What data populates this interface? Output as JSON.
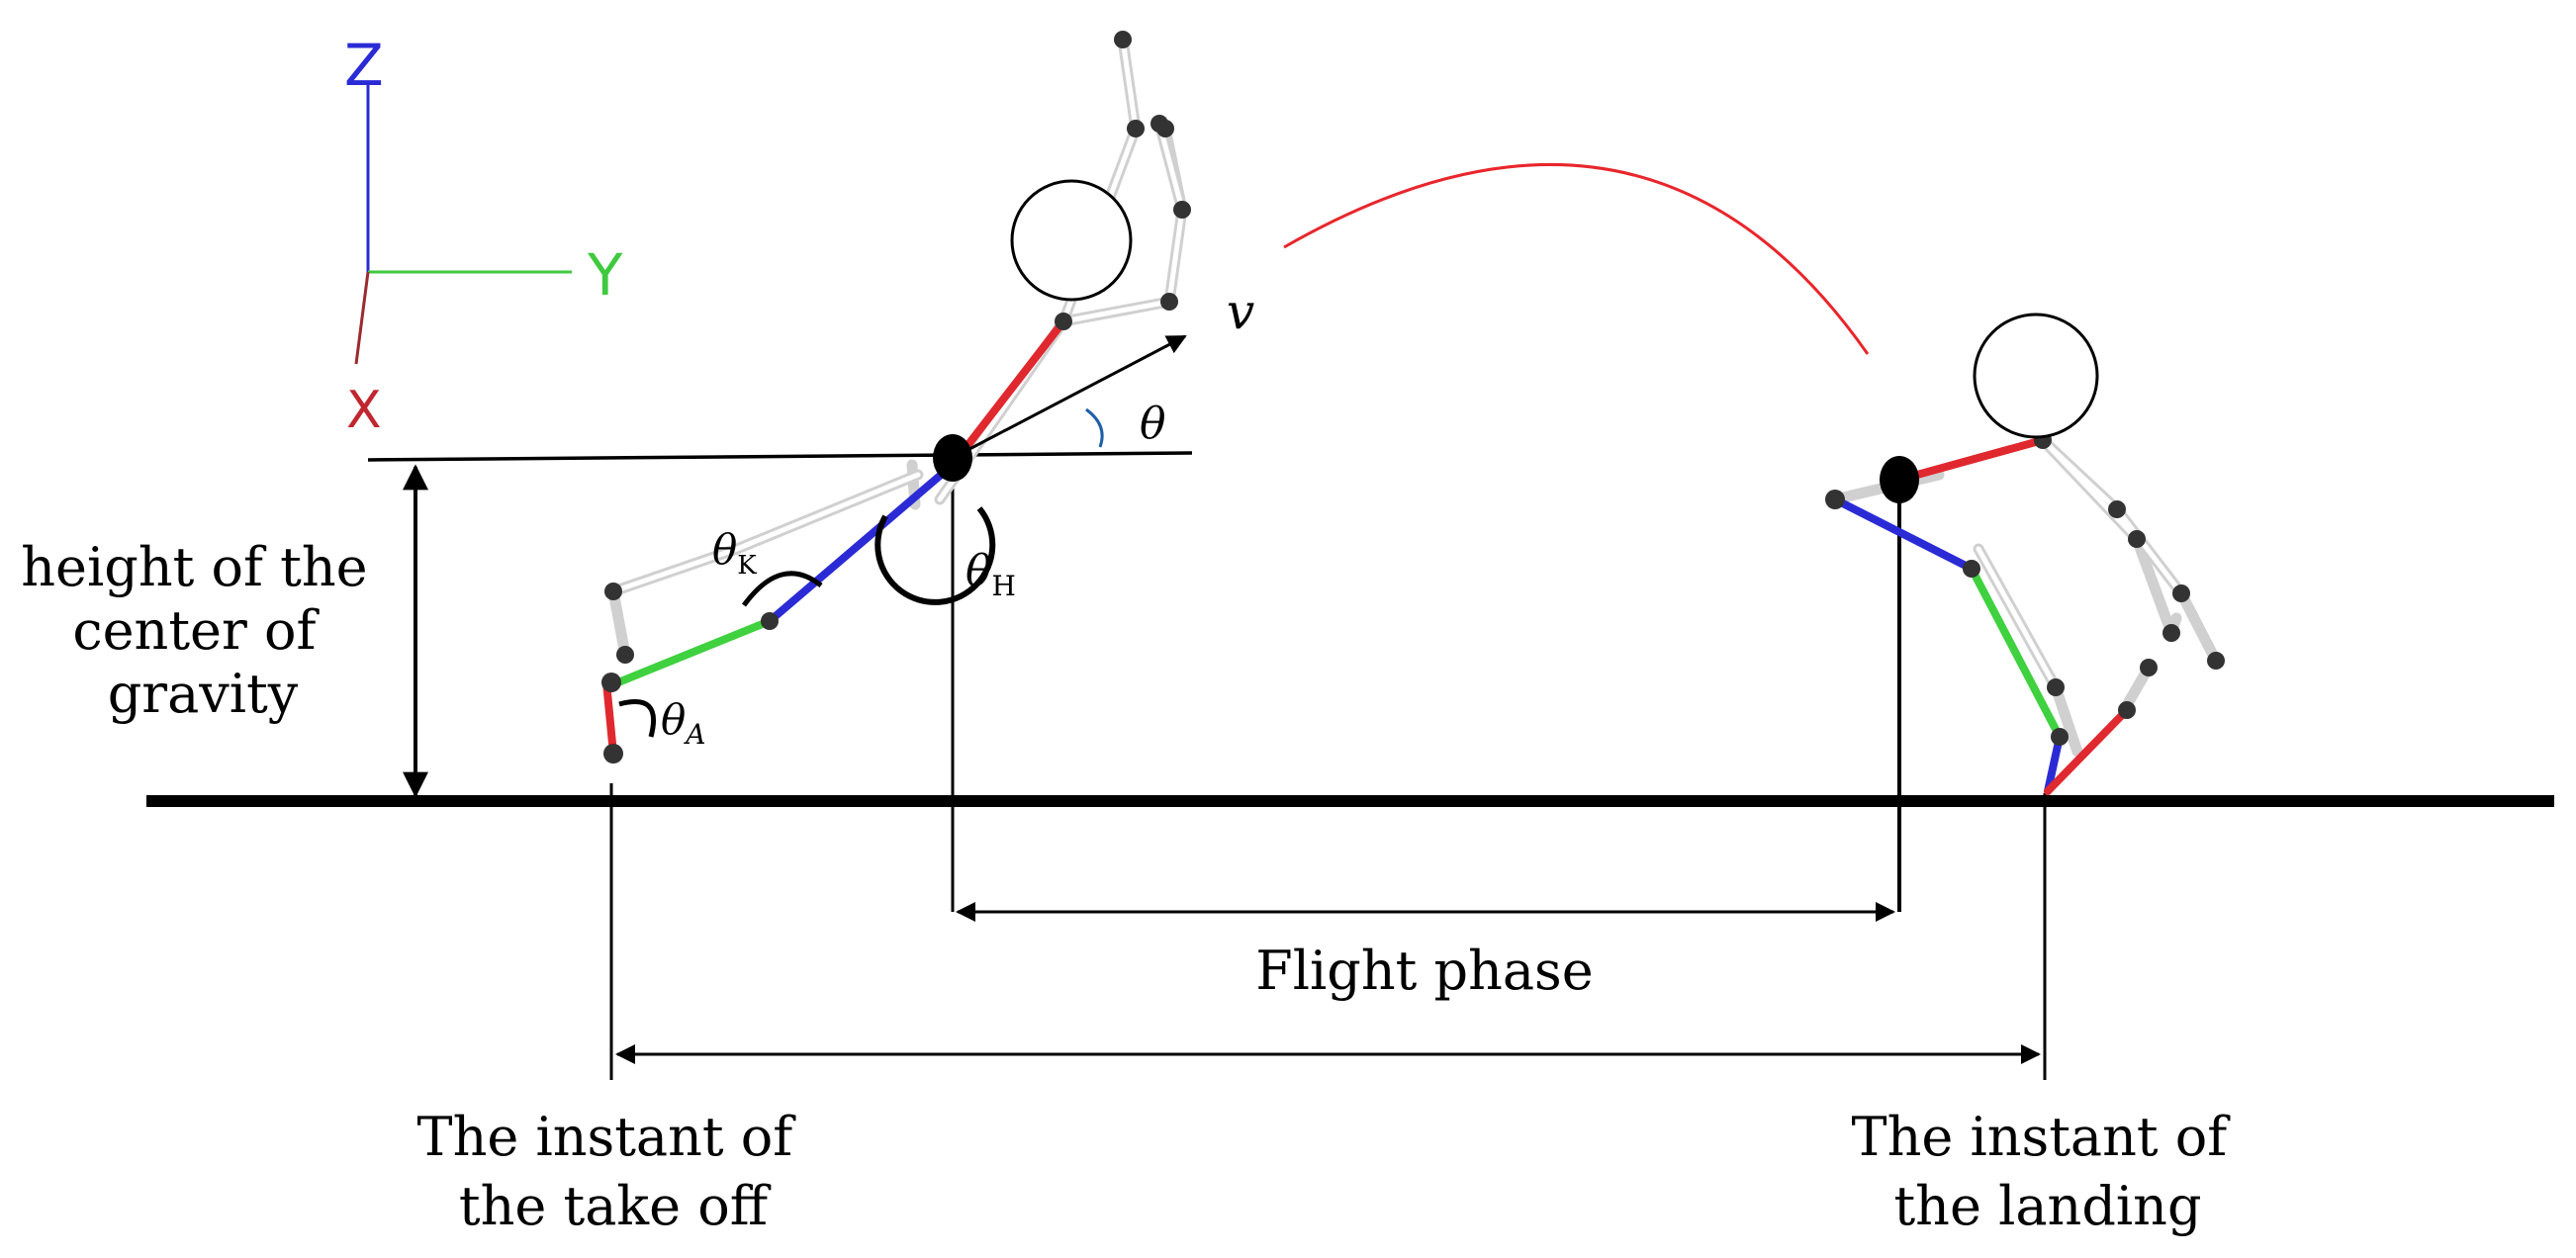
{
  "axes": {
    "z": {
      "label": "Z",
      "color": "#2b2bd6"
    },
    "y": {
      "label": "Y",
      "color": "#3fc93f"
    },
    "x": {
      "label": "X",
      "color": "#c0262f"
    }
  },
  "labels": {
    "cog_height": [
      "height of the",
      "center of",
      "gravity"
    ],
    "flight_phase": "Flight phase",
    "takeoff": [
      "The instant of",
      "the take off"
    ],
    "landing": [
      "The instant of",
      "the landing"
    ],
    "velocity": "v",
    "theta": "θ",
    "theta_k": {
      "symbol": "θ",
      "sub": "K"
    },
    "theta_h": {
      "symbol": "θ",
      "sub": "H"
    },
    "theta_a": {
      "symbol": "θ",
      "sub": "A"
    }
  },
  "colors": {
    "trunk": "#e0282f",
    "thigh": "#2b2bd6",
    "shank": "#3fd13f",
    "foot": "#e0282f",
    "trajectory": "#e8262c",
    "angle_arc": "#1f5fa8",
    "skeleton": "#cfcfcf",
    "ink": "#000000"
  }
}
